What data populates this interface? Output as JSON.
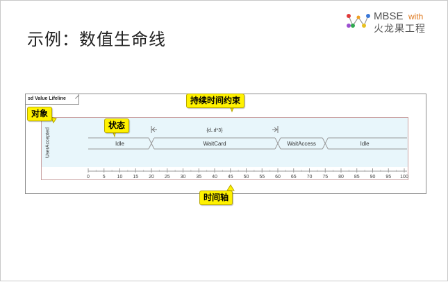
{
  "slide": {
    "title": "示例：数值生命线"
  },
  "logo": {
    "mbse": "MBSE",
    "with": "with",
    "cn": "火龙果工程"
  },
  "diagram": {
    "frame_label": "sd Value Lifeline",
    "lifeline_name": "UserAccepted",
    "states": [
      {
        "label": "Idle",
        "from": 0,
        "to": 20
      },
      {
        "label": "WaitCard",
        "from": 20,
        "to": 60
      },
      {
        "label": "WaitAccess",
        "from": 60,
        "to": 75
      },
      {
        "label": "Idle",
        "from": 75,
        "to": 100
      }
    ],
    "duration_constraint": {
      "label": "{d..d*3}",
      "from": 20,
      "to": 60
    },
    "axis": {
      "ticks": [
        "0",
        "5",
        "10",
        "15",
        "20",
        "25",
        "30",
        "35",
        "40",
        "45",
        "50",
        "55",
        "60",
        "65",
        "70",
        "75",
        "80",
        "85",
        "90",
        "95",
        "100"
      ]
    }
  },
  "callouts": {
    "object": "对象",
    "state": "状态",
    "duration": "持续时间约束",
    "timeline": "时间轴"
  },
  "colors": {
    "callout": "#fff200",
    "lifeline_bg": "#e8f6fb",
    "border": "#c9a0a0"
  }
}
